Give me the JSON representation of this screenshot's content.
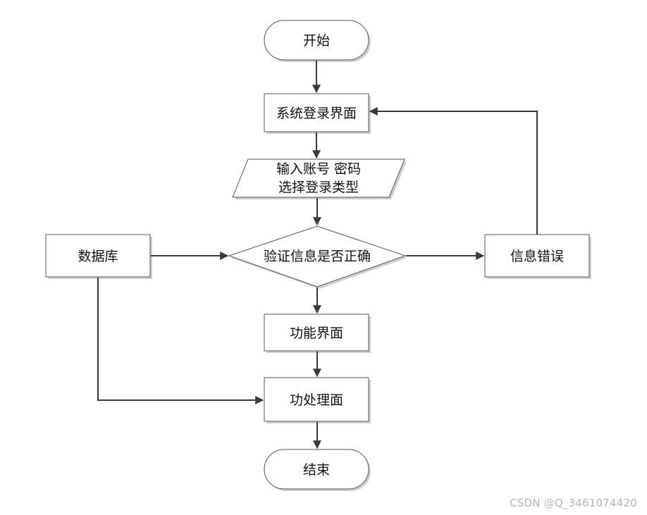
{
  "nodes": {
    "start": "开始",
    "login_page": "系统登录界面",
    "input_line1": "输入账号 密码",
    "input_line2": "选择登录类型",
    "verify": "验证信息是否正确",
    "database": "数据库",
    "error": "信息错误",
    "function_page": "功能界面",
    "process_page": "功处理面",
    "end": "结束"
  },
  "watermark": "CSDN @Q_3461074420",
  "colors": {
    "stroke": "#555555",
    "arrow": "#3a3a3a",
    "shadow": "#c8c8c8",
    "text": "#111111"
  }
}
